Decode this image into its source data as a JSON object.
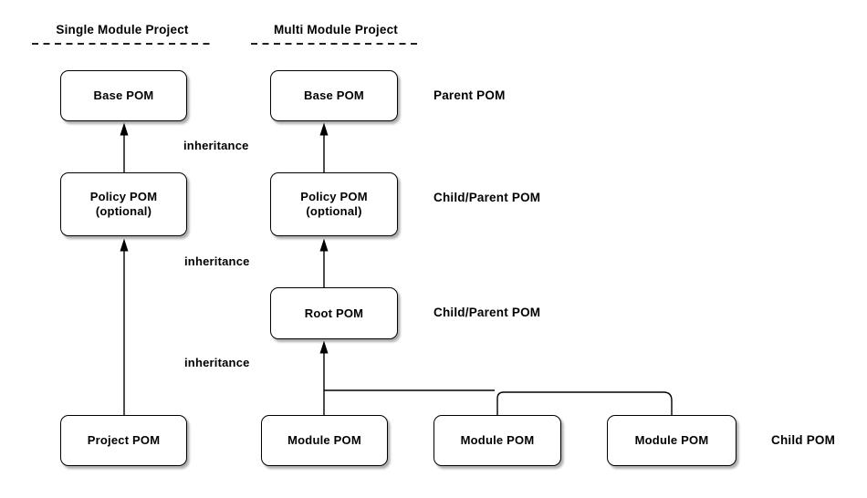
{
  "headers": {
    "single": "Single Module Project",
    "multi": "Multi Module Project"
  },
  "single_column": {
    "base_pom": "Base POM",
    "policy_pom": {
      "line1": "Policy POM",
      "line2": "(optional)"
    },
    "project_pom": "Project POM"
  },
  "multi_column": {
    "base_pom": "Base POM",
    "policy_pom": {
      "line1": "Policy POM",
      "line2": "(optional)"
    },
    "root_pom": "Root POM",
    "module_pom_1": "Module POM",
    "module_pom_2": "Module POM",
    "module_pom_3": "Module POM"
  },
  "edge_labels": {
    "inheritance_1": "inheritance",
    "inheritance_2": "inheritance",
    "inheritance_3": "inheritance"
  },
  "role_labels": {
    "parent_pom": "Parent POM",
    "child_parent_pom_1": "Child/Parent POM",
    "child_parent_pom_2": "Child/Parent POM",
    "child_pom": "Child POM"
  },
  "colors": {
    "background": "#ffffff",
    "line": "#000000",
    "box_border": "#000000",
    "box_fill": "#ffffff",
    "text": "#000000"
  }
}
